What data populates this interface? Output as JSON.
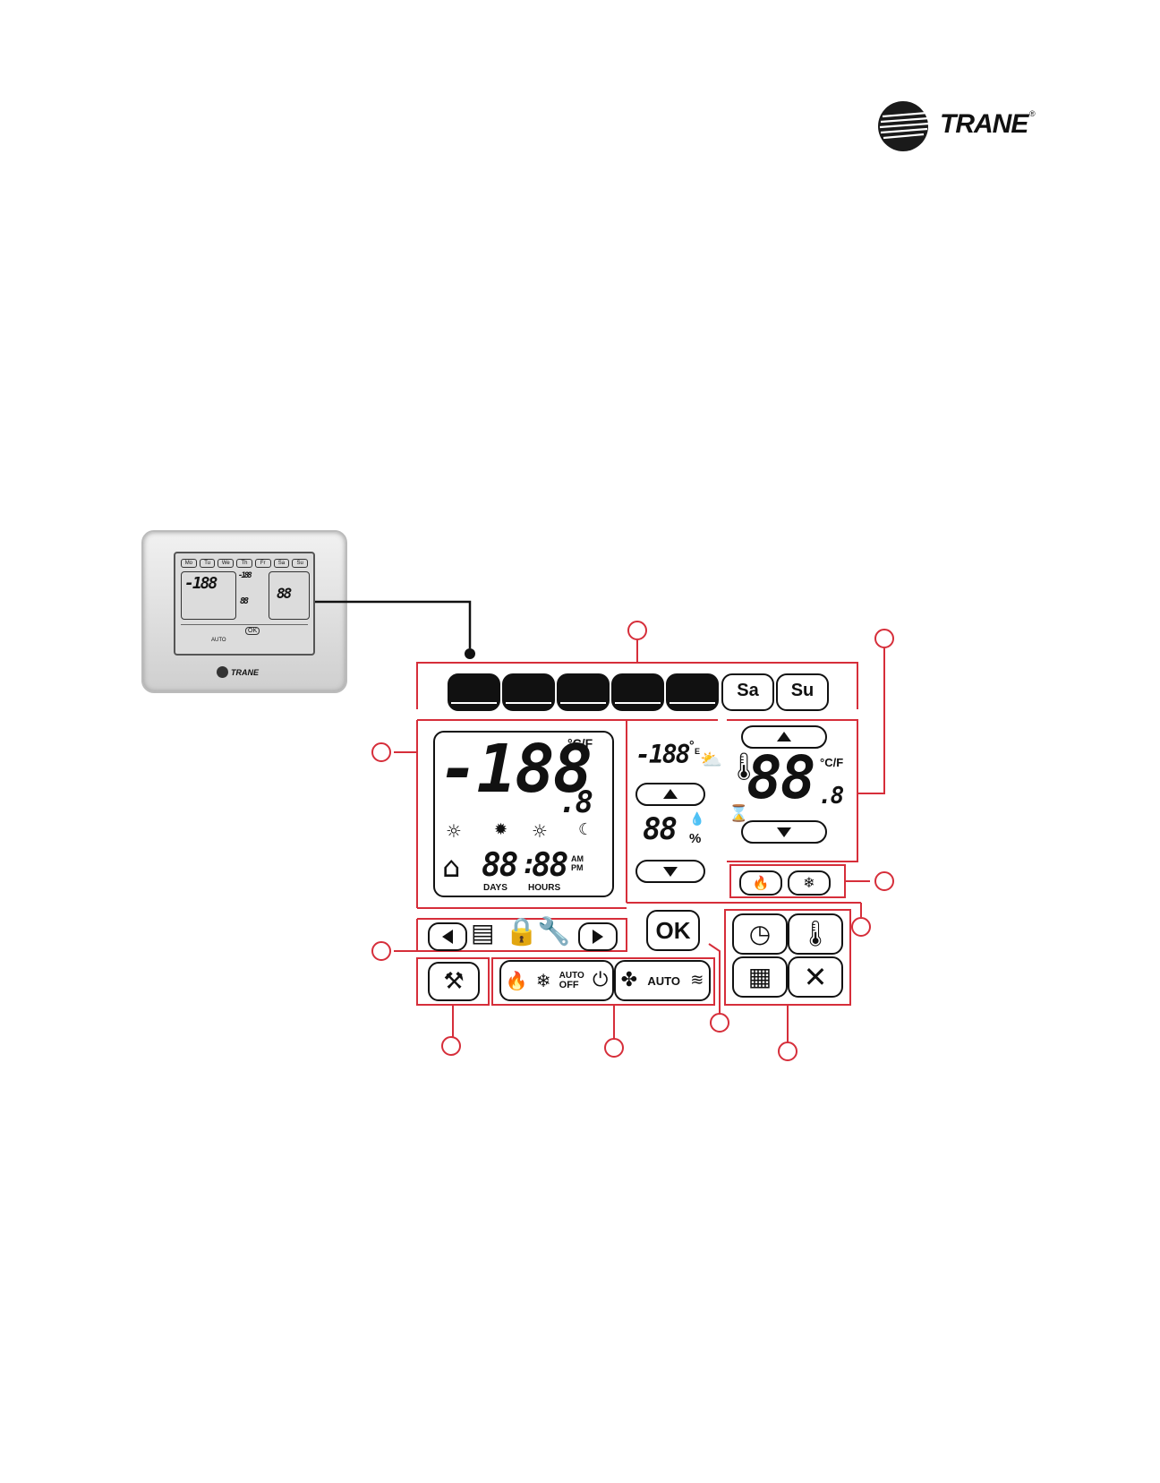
{
  "brand": {
    "name": "TRANE",
    "mark": "®"
  },
  "device": {
    "brand_label": "TRANE",
    "mini_days": [
      "Mo",
      "Tu",
      "We",
      "Th",
      "Fr",
      "Sa",
      "Su"
    ]
  },
  "days": [
    {
      "label": "",
      "active": true
    },
    {
      "label": "",
      "active": true
    },
    {
      "label": "",
      "active": true
    },
    {
      "label": "",
      "active": true
    },
    {
      "label": "",
      "active": true
    },
    {
      "label": "Sa",
      "active": false
    },
    {
      "label": "Su",
      "active": false
    }
  ],
  "main_display": {
    "big_temp": "-188",
    "decimal": ".8",
    "unit": "°C/F",
    "clock_days": "88",
    "clock_sep": ":",
    "clock_hours": "88",
    "am": "AM",
    "pm": "PM",
    "days_label": "DAYS",
    "hours_label": "HOURS"
  },
  "mid_display": {
    "outdoor_temp": "-188",
    "outdoor_unit": "°",
    "outdoor_e": "E",
    "humidity": "88",
    "humidity_unit": "%"
  },
  "setpoint_display": {
    "value": "88",
    "decimal": ".8",
    "unit": "°C/F"
  },
  "controls": {
    "ok_label": "OK",
    "auto_label": "AUTO",
    "off_label": "OFF",
    "fan_auto_label": "AUTO"
  },
  "callouts": [
    "",
    "",
    "",
    "",
    "",
    "",
    "",
    "",
    "",
    ""
  ],
  "colors": {
    "callout_red": "#d62e3a",
    "ink": "#111111",
    "device_gray": "#c9c9c9"
  },
  "icons": [
    "sunrise-icon",
    "sun-icon",
    "sunset-icon",
    "moon-icon",
    "occupied-house-icon",
    "left-arrow-icon",
    "filter-icon",
    "lock-icon",
    "wrench-icon",
    "right-arrow-icon",
    "flame-icon",
    "snowflake-icon",
    "power-icon",
    "fan-icon",
    "clock-icon",
    "thermometer-icon",
    "calendar-icon",
    "close-icon",
    "up-arrow-icon",
    "down-arrow-icon",
    "sun-cloud-icon",
    "droplet-icon",
    "hourglass-icon",
    "service-tools-icon"
  ]
}
